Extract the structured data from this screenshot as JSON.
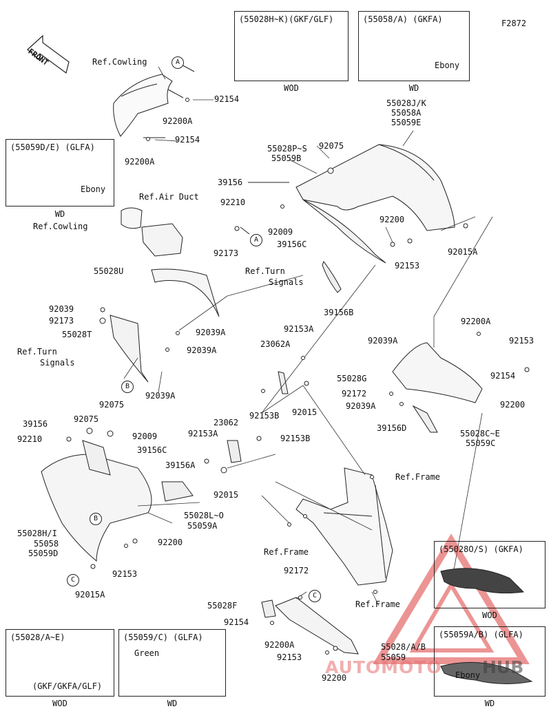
{
  "figure_code": "F2872",
  "front_marker": "FRONT",
  "variant_boxes": {
    "top_left_a": {
      "header": "(55028H~K)(GKF/GLF)",
      "footer": "WOD"
    },
    "top_left_b": {
      "header": "(55058/A)  (GKFA)",
      "footer": "WD",
      "note": "Ebony"
    },
    "left_mid": {
      "header": "(55059D/E)  (GLFA)",
      "footer": "WD",
      "note": "Ebony"
    },
    "bottom_a": {
      "header": "(55028/A~E)",
      "sub": "(GKF/GKFA/GLF)",
      "footer": "WOD"
    },
    "bottom_b": {
      "header": "(55059/C)  (GLFA)",
      "note": "Green",
      "footer": "WD"
    },
    "right_a": {
      "header": "(55028O/S)  (GKFA)",
      "footer": "WOD"
    },
    "right_b": {
      "header": "(55059A/B)  (GLFA)",
      "note": "Ebony",
      "footer": "WD"
    }
  },
  "callouts": {
    "a": "A",
    "b": "B",
    "c": "C"
  },
  "labels": {
    "ref_cowling_top": "Ref.Cowling",
    "p92154_a": "92154",
    "p92200A_a": "92200A",
    "p92154_b": "92154",
    "p92200A_b": "92200A",
    "ref_air_duct": "Ref.Air Duct",
    "ref_cowling_mid": "Ref.Cowling",
    "p92173_a": "92173",
    "p55028U": "55028U",
    "ref_turn_signals_a1": "Ref.Turn",
    "ref_turn_signals_a2": "Signals",
    "p92039": "92039",
    "p92173_b": "92173",
    "p55028T": "55028T",
    "ref_turn_signals_b1": "Ref.Turn",
    "ref_turn_signals_b2": "Signals",
    "p92039A_a": "92039A",
    "p92039A_b": "92039A",
    "p92039A_c": "92039A",
    "upper_right_1": "55028J/K",
    "upper_right_2": "55058A",
    "upper_right_3": "55059E",
    "p55028P_S": "55028P~S",
    "p55059B": "55059B",
    "p92075_a": "92075",
    "p39156_a": "39156",
    "p92210_a": "92210",
    "p92009_a": "92009",
    "p39156C_a": "39156C",
    "p92200_a": "92200",
    "p92153_a": "92153",
    "p92015A_a": "92015A",
    "p39156B": "39156B",
    "p92153A_a": "92153A",
    "p23062A": "23062A",
    "p92153B_a": "92153B",
    "p92015_a": "92015",
    "p92039A_d": "92039A",
    "p92200A_c": "92200A",
    "p92153_b": "92153",
    "p55028G": "55028G",
    "p92154_c": "92154",
    "p92172_a": "92172",
    "p92039A_e": "92039A",
    "p92200_b": "92200",
    "p39156D": "39156D",
    "p55028C_E": "55028C~E",
    "p55059C": "55059C",
    "p92075_b": "92075",
    "p39156_b": "39156",
    "p92075_c": "92075",
    "p92210_b": "92210",
    "p92009_b": "92009",
    "p39156C_b": "39156C",
    "p39156A": "39156A",
    "p92153A_b": "92153A",
    "p23062": "23062",
    "p92153B_b": "92153B",
    "p92015_b": "92015",
    "ref_frame_a": "Ref.Frame",
    "p55028L_O": "55028L~O",
    "p55059A": "55059A",
    "p92200_c": "92200",
    "lower_left_1": "55028H/I",
    "lower_left_2": "55058",
    "lower_left_3": "55059D",
    "p92153_c": "92153",
    "p92015A_b": "92015A",
    "ref_frame_b": "Ref.Frame",
    "ref_frame_c": "Ref.Frame",
    "p92172_b": "92172",
    "p55028F": "55028F",
    "p92154_d": "92154",
    "p92200A_d": "92200A",
    "p92153_d": "92153",
    "p92200_d": "92200",
    "p55028_A_B": "55028/A/B",
    "p55059": "55059"
  },
  "watermark": {
    "text": "AUTOMOTO",
    "tail": "HUB"
  }
}
